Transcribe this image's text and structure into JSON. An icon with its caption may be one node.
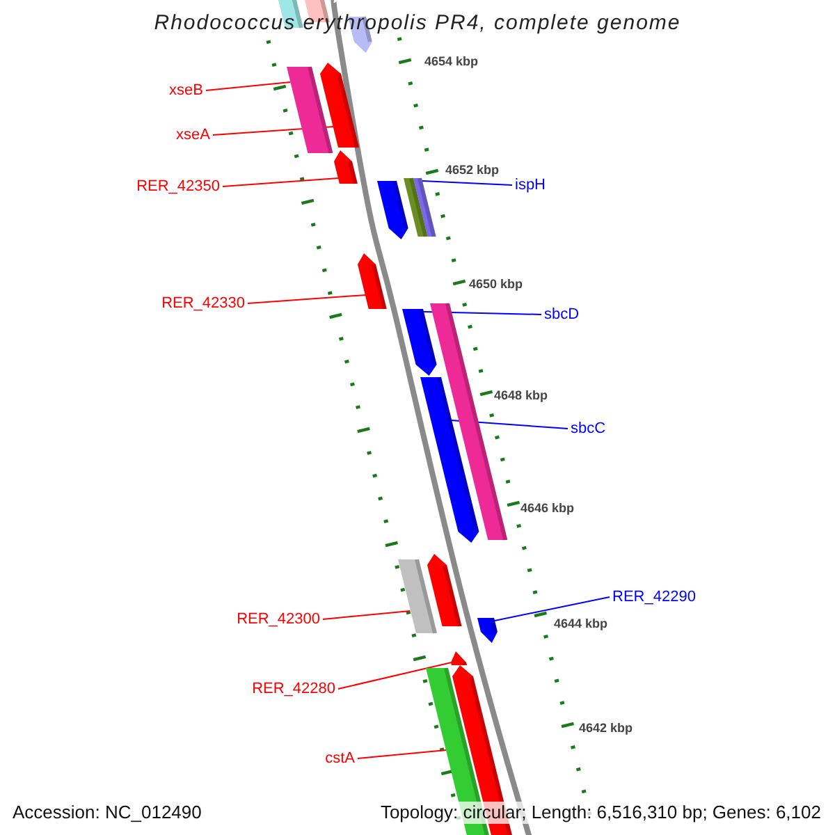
{
  "diagram": {
    "title": "Rhodococcus erythropolis PR4, complete genome",
    "nodes": [
      {
        "text": [
          "xseB"
        ]
      },
      {
        "text": [
          "xseA"
        ]
      },
      {
        "text": [
          "RER_42350"
        ]
      },
      {
        "text": [
          "ispH"
        ]
      },
      {
        "text": [
          "RER_42330"
        ]
      },
      {
        "text": [
          "sbcD"
        ]
      },
      {
        "text": [
          "sbcC"
        ]
      },
      {
        "text": [
          "RER_42290"
        ]
      },
      {
        "text": [
          "RER_42300"
        ]
      },
      {
        "text": [
          "RER_42280"
        ]
      },
      {
        "text": [
          "cstA"
        ]
      },
      {
        "text": [],
        "shape": "bar"
      },
      {
        "text": [],
        "shape": "pentagon"
      },
      {
        "text": [],
        "shape": "pentagon"
      },
      {
        "text": [],
        "shape": "bar"
      },
      {
        "text": [],
        "shape": "pentagon"
      },
      {
        "text": [],
        "shape": "pentagon"
      },
      {
        "text": [],
        "shape": "pentagon"
      },
      {
        "text": [],
        "shape": "pentagon"
      },
      {
        "text": [],
        "shape": "bar"
      },
      {
        "text": [],
        "shape": "pentagon"
      },
      {
        "text": [],
        "shape": "bar"
      },
      {
        "text": [],
        "shape": "bar"
      },
      {
        "text": [],
        "shape": "bar"
      },
      {
        "text": [],
        "shape": "pentagon"
      },
      {
        "text": [],
        "shape": "pentagon"
      },
      {
        "text": [],
        "shape": "bar"
      },
      {
        "text": [],
        "shape": "bar"
      },
      {
        "text": [],
        "shape": "pentagon"
      },
      {
        "text": [],
        "shape": "pentagon"
      }
    ],
    "edges": [
      {
        "from": 0,
        "to": 11,
        "arrow": "none"
      },
      {
        "from": 1,
        "to": 12,
        "arrow": "none"
      },
      {
        "from": 2,
        "to": 13,
        "arrow": "none"
      },
      {
        "from": 3,
        "to": 14,
        "arrow": "none",
        "color": "#0000ff"
      },
      {
        "from": 4,
        "to": 15,
        "arrow": "none"
      },
      {
        "from": 5,
        "to": 16,
        "arrow": "none",
        "color": "#0000ff"
      },
      {
        "from": 6,
        "to": 17,
        "arrow": "none",
        "color": "#0000ff"
      },
      {
        "from": 7,
        "to": 18,
        "arrow": "none",
        "color": "#0000ff"
      },
      {
        "from": 8,
        "to": 19,
        "arrow": "none"
      },
      {
        "from": 9,
        "to": 20,
        "arrow": "none"
      },
      {
        "from": 10,
        "to": 21,
        "arrow": "none"
      }
    ],
    "labels": [
      "4654 kbp",
      "4652 kbp",
      "4650 kbp",
      "4648 kbp",
      "4646 kbp",
      "4644 kbp",
      "4642 kbp",
      "Accession: NC_012490",
      "Topology: circular; Length: 6,516,310 bp; Genes: 6,102"
    ]
  }
}
